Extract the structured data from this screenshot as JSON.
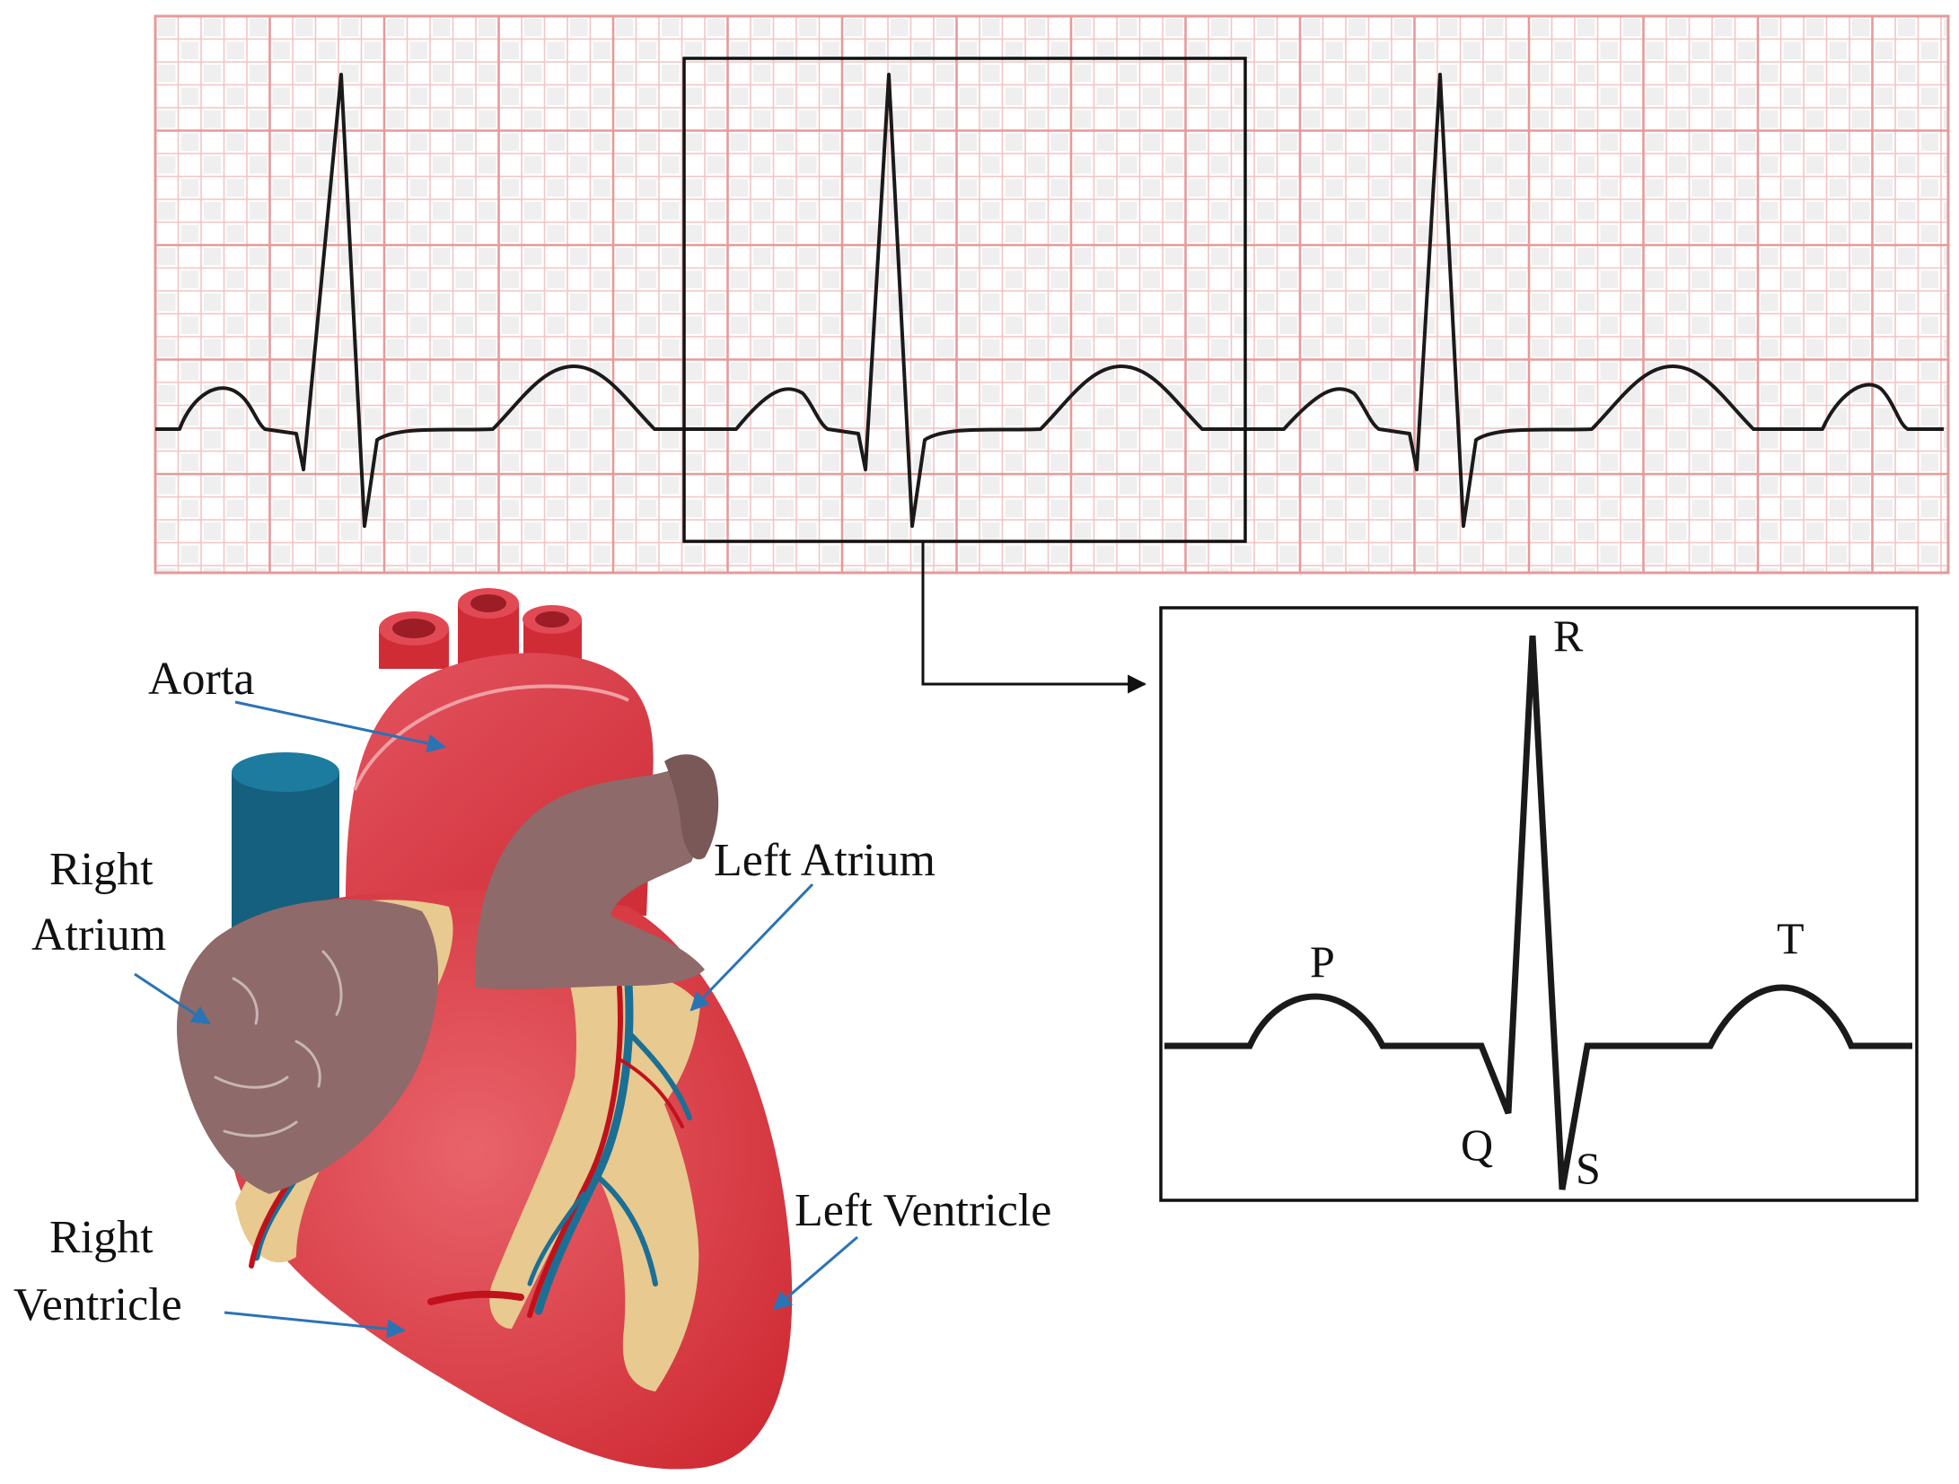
{
  "heart_labels": {
    "aorta": "Aorta",
    "right_atrium_line1": "Right",
    "right_atrium_line2": "Atrium",
    "left_atrium": "Left Atrium",
    "right_ventricle_line1": "Right",
    "right_ventricle_line2": "Ventricle",
    "left_ventricle": "Left Ventricle"
  },
  "ecg_wave_labels": {
    "p": "P",
    "q": "Q",
    "r": "R",
    "s": "S",
    "t": "T"
  },
  "colors": {
    "grid_major": "#e69a9a",
    "grid_minor": "#f3c4c4",
    "grid_cell": "#efefef",
    "trace": "#1a1a1a",
    "heart_red": "#d9333d",
    "heart_highlight": "#e9636b",
    "vena_cava": "#15607e",
    "atrium_brown": "#8e6a6a",
    "fat": "#e8c98f",
    "vessel_blue": "#1b6f95",
    "vessel_red": "#c1121c",
    "arrow_blue": "#2a73b5"
  }
}
